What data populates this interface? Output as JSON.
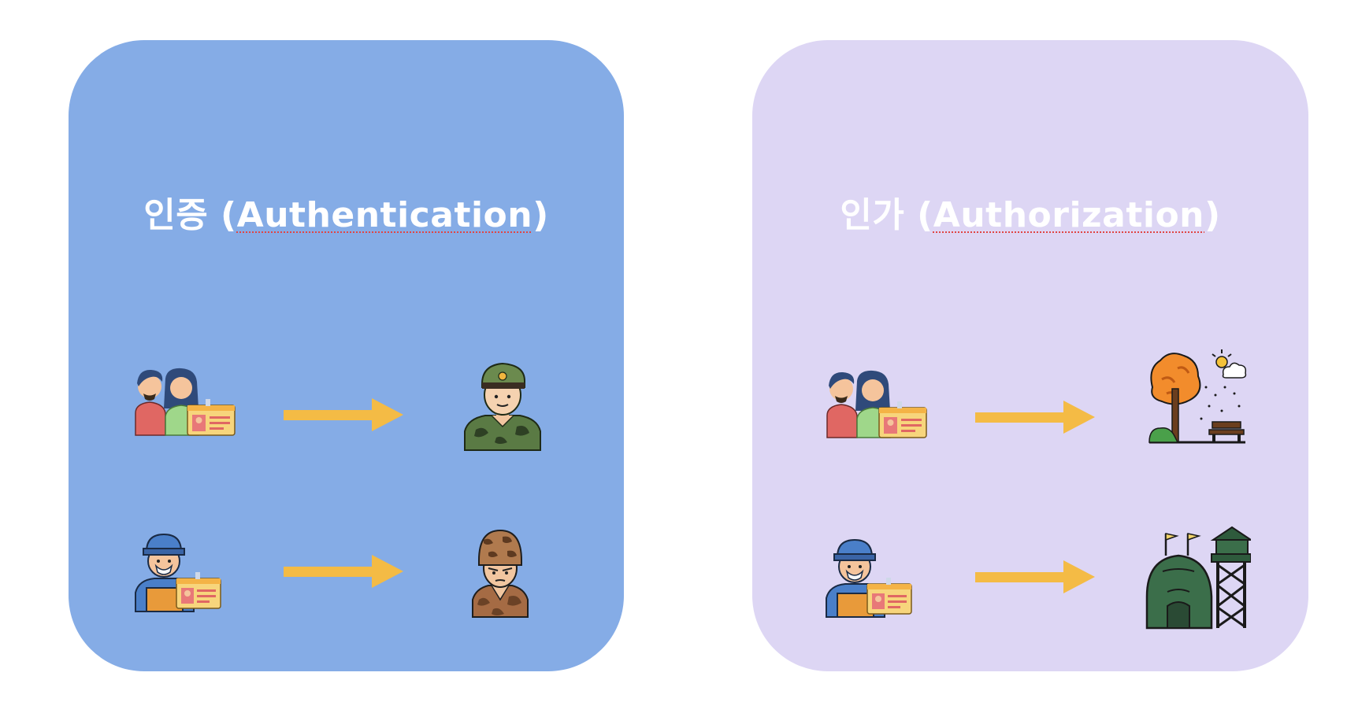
{
  "colors": {
    "auth_panel": "#85ace6",
    "authz_panel": "#ddd6f4",
    "arrow": "#f4bb45",
    "title": "#ffffff"
  },
  "authentication": {
    "title_prefix": "인증 (",
    "title_word": "Authentication",
    "title_suffix": ")",
    "rows": [
      {
        "from_icon": "couple-with-id-card-icon",
        "to_icon": "soldier-beret-icon"
      },
      {
        "from_icon": "worker-with-id-card-icon",
        "to_icon": "soldier-helmet-icon"
      }
    ]
  },
  "authorization": {
    "title_prefix": "인가 (",
    "title_word": "Authorization",
    "title_suffix": ")",
    "rows": [
      {
        "from_icon": "couple-with-id-card-icon",
        "to_icon": "park-tree-bench-icon"
      },
      {
        "from_icon": "worker-with-id-card-icon",
        "to_icon": "military-base-watchtower-icon"
      }
    ]
  }
}
